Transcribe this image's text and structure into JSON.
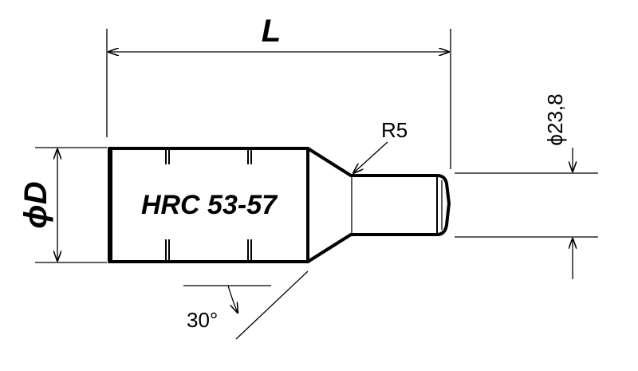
{
  "dimensions": {
    "length_label": "L",
    "diameter_label": "ϕD",
    "radius_label": "R5",
    "tip_diameter_label": "ϕ23,8",
    "angle_label": "30°"
  },
  "part": {
    "hardness_label": "HRC 53-57"
  }
}
